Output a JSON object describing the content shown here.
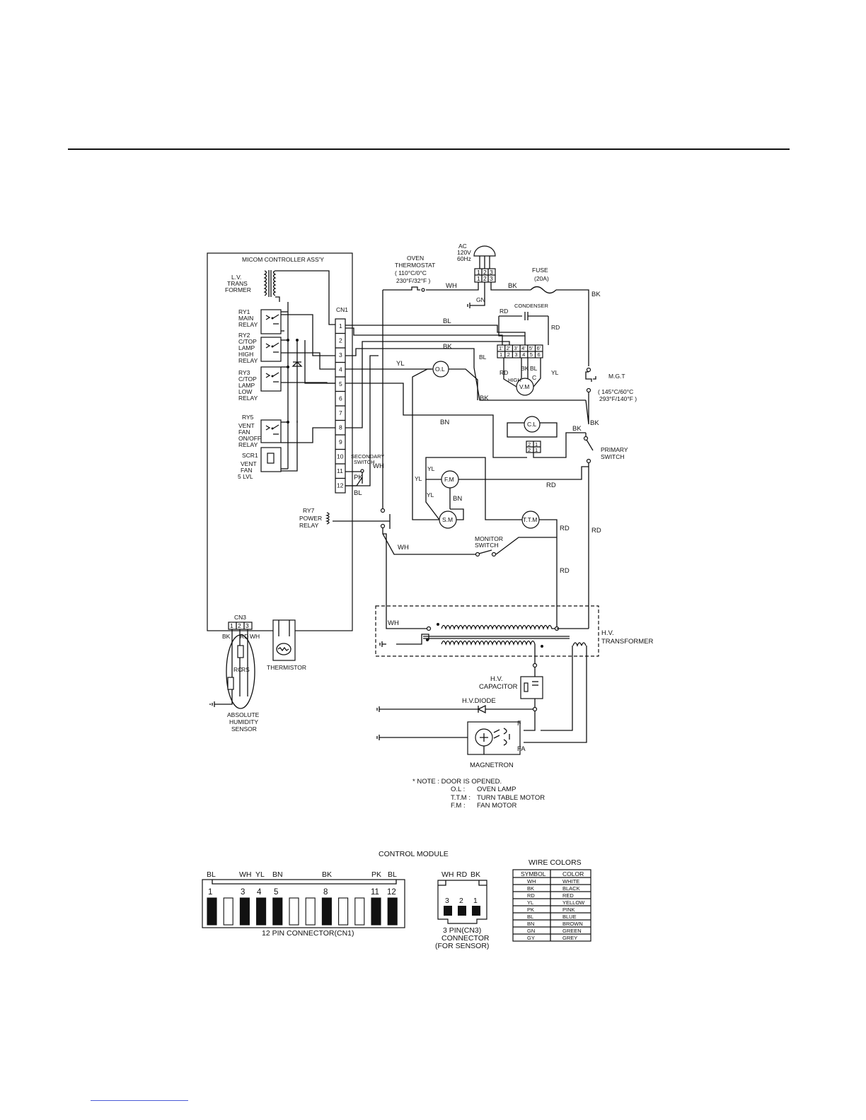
{
  "micom": {
    "title": "MICOM CONTROLLER ASS'Y",
    "lv_trans": [
      "L.V.",
      "TRANS",
      "FORMER"
    ],
    "cn1_label": "CN1",
    "cn1_pins": [
      "1",
      "2",
      "3",
      "4",
      "5",
      "6",
      "7",
      "8",
      "9",
      "10",
      "11",
      "12"
    ],
    "ry1": [
      "RY1",
      "MAIN",
      "RELAY"
    ],
    "ry2": [
      "RY2",
      "C/TOP",
      "LAMP",
      "HIGH",
      "RELAY"
    ],
    "ry3": [
      "RY3",
      "C/TOP",
      "LAMP",
      "LOW",
      "RELAY"
    ],
    "ry5": [
      "RY5",
      "VENT",
      "FAN",
      "ON/OFF",
      "RELAY"
    ],
    "scr1": [
      "SCR1",
      "VENT",
      "FAN",
      "5 LVL"
    ],
    "ry7": [
      "RY7",
      "POWER",
      "RELAY"
    ],
    "secondary_switch": [
      "SECONDARY",
      "SWITCH"
    ],
    "cn3_label": "CN3",
    "cn3_pins": [
      "1",
      "2",
      "3"
    ]
  },
  "sensor": {
    "wires": [
      "BK",
      "RD",
      "WH"
    ],
    "rc": "RC",
    "rs": "RS",
    "name": [
      "ABSOLUTE",
      "HUMIDITY",
      "SENSOR"
    ],
    "thermistor": "THERMISTOR"
  },
  "power": {
    "ac": [
      "AC",
      "120V",
      "60Hz"
    ],
    "plug_top": [
      "1",
      "2",
      "3"
    ],
    "plug_bottom": [
      "1",
      "2",
      "3"
    ],
    "gn": "GN",
    "fuse": [
      "FUSE",
      "(20A)"
    ],
    "oven_thermostat": [
      "OVEN",
      "THERMOSTAT",
      "( 110°C/0°C",
      "230°F/32°F )"
    ],
    "condenser": "CONDENSER",
    "terminal_top": [
      "1'",
      "2'",
      "3'",
      "4'",
      "5'",
      "6'"
    ],
    "terminal_bottom": [
      "1",
      "2",
      "3",
      "4",
      "5",
      "6"
    ],
    "vm": "V.M",
    "vm_high": "HIGH",
    "vm_c": "C",
    "ol": "O.L",
    "mgt": [
      "M.G.T",
      "( 145°C/60°C",
      "293°F/140°F )"
    ],
    "cl": "C.L",
    "cl_terminal": [
      "2",
      "1",
      "2",
      "1"
    ],
    "primary_switch": [
      "PRIMARY",
      "SWITCH"
    ],
    "fm": "F.M",
    "sm": "S.M",
    "ttm": "T.T.M",
    "monitor_switch": [
      "MONITOR",
      "SWITCH"
    ],
    "hv_transformer": [
      "H.V.",
      "TRANSFORMER"
    ],
    "hv_capacitor": [
      "H.V.",
      "CAPACITOR"
    ],
    "hv_diode": "H.V.DIODE",
    "magnetron": "MAGNETRON",
    "mag_f": "F",
    "mag_fa": "FA"
  },
  "wire_labels": {
    "wh": "WH",
    "bk": "BK",
    "bl": "BL",
    "yl": "YL",
    "rd": "RD",
    "bn": "BN",
    "gn": "GN",
    "pk": "PK"
  },
  "notes": {
    "header": "* NOTE : DOOR IS OPENED.",
    "rows": [
      {
        "abbr": "O.L :",
        "desc": "OVEN LAMP"
      },
      {
        "abbr": "T.T.M :",
        "desc": "TURN TABLE MOTOR"
      },
      {
        "abbr": "F.M :",
        "desc": "FAN MOTOR"
      }
    ]
  },
  "control_module": {
    "title": "CONTROL MODULE",
    "cn1_colors": [
      {
        "label": "BL",
        "pin": "1"
      },
      {
        "label": "WH",
        "pin": "3"
      },
      {
        "label": "YL",
        "pin": "4"
      },
      {
        "label": "BN",
        "pin": "5"
      },
      {
        "label": "BK",
        "pin": "8"
      },
      {
        "label": "PK",
        "pin": "11"
      },
      {
        "label": "BL",
        "pin": "12"
      }
    ],
    "cn1_name": "12 PIN CONNECTOR(CN1)",
    "cn3_colors": [
      "WH",
      "RD",
      "BK"
    ],
    "cn3_pins": [
      "3",
      "2",
      "1"
    ],
    "cn3_name": [
      "3 PIN(CN3)",
      "CONNECTOR",
      "(FOR SENSOR)"
    ]
  },
  "wire_colors": {
    "title": "WIRE COLORS",
    "headers": [
      "SYMBOL",
      "COLOR"
    ],
    "rows": [
      [
        "WH",
        "WHITE"
      ],
      [
        "BK",
        "BLACK"
      ],
      [
        "RD",
        "RED"
      ],
      [
        "YL",
        "YELLOW"
      ],
      [
        "PK",
        "PINK"
      ],
      [
        "BL",
        "BLUE"
      ],
      [
        "BN",
        "BROWN"
      ],
      [
        "GN",
        "GREEN"
      ],
      [
        "GY",
        "GREY"
      ]
    ]
  }
}
